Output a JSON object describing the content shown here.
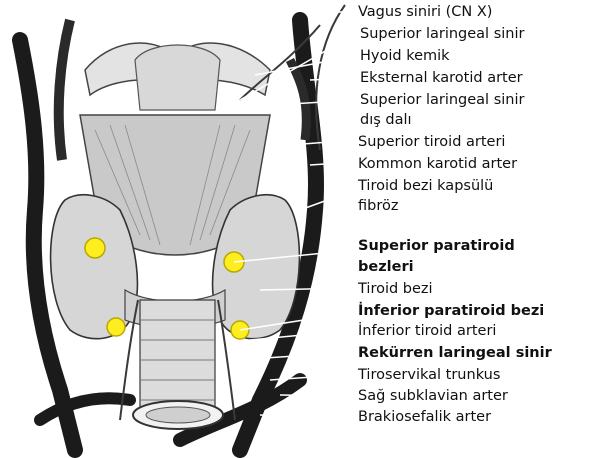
{
  "labels": {
    "vagus": "Vagus siniri (CN X)",
    "sup_laryngeal": "Superior laringeal sinir",
    "hyoid": "Hyoid kemik",
    "ext_carotid": "Eksternal karotid arter",
    "sup_laryngeal_ext_1": "Superior laringeal sinir",
    "sup_laryngeal_ext_2": "dış dalı",
    "sup_thyroid_artery": "Superior tiroid arteri",
    "common_carotid": "Kommon karotid arter",
    "thyroid_capsule_1": "Tiroid bezi kapsülü",
    "thyroid_capsule_2": "fibröz",
    "sup_parathyroid_1": "Superior paratiroid",
    "sup_parathyroid_2": "bezleri",
    "thyroid_gland": "Tiroid bezi",
    "inf_parathyroid": "İnferior paratiroid bezi",
    "inf_thyroid_artery": "İnferior tiroid arteri",
    "recurrent_laryngeal": "Rekürren laringeal sinir",
    "thyrocervical": "Tiroservikal trunkus",
    "right_subclavian": "Sağ subklavian arter",
    "brachiocephalic": "Brakiosefalik  arter"
  },
  "colors": {
    "vessel": "#1a1a1a",
    "gland_fill": "#d6d6d6",
    "parathyroid": "#ffee1f",
    "leader": "#ffffff"
  }
}
